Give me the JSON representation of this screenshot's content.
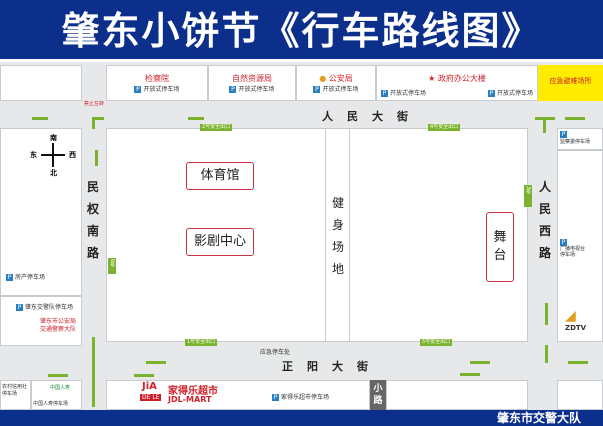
{
  "title": "肇东小饼节《行车路线图》",
  "footer": "肇东市交警大队",
  "top_buildings": [
    {
      "name": "检察院",
      "parking": "开放式停车场"
    },
    {
      "name": "自然资源局",
      "parking": "开放式停车场"
    },
    {
      "name": "公安局",
      "parking": "开放式停车场"
    },
    {
      "name": "政府办公大楼",
      "parking": "开放式停车场",
      "parking2": "开放式停车场"
    },
    {
      "name": "应急避难场所"
    }
  ],
  "no_left_turn": "禁止左转",
  "roads": {
    "top": "人民大街",
    "bottom": "正阳大街",
    "left": [
      "民",
      "权",
      "南",
      "路"
    ],
    "right": [
      "人",
      "民",
      "西",
      "路"
    ],
    "alley": [
      "小",
      "路"
    ]
  },
  "compass": {
    "n": "南",
    "s": "北",
    "e": "东",
    "w": "西"
  },
  "venues": {
    "gym": "体育馆",
    "theater": "影剧中心",
    "plaza": [
      "健",
      "身",
      "场",
      "地"
    ],
    "stage": [
      "舞",
      "台"
    ]
  },
  "exits": {
    "e1": "1号安全出口",
    "e2": "2号安全出口",
    "e4": "4号安全出口",
    "e5": "5号安全出口",
    "e3": "3号",
    "e6": "6号"
  },
  "emergency_parking": "应急停车处",
  "left_side": {
    "p1": "房产停车场",
    "p2": "肇东交警队停车场",
    "police": [
      "肇东市公安局",
      "交通警察大队"
    ],
    "village": [
      "农村信用社",
      "停车场"
    ],
    "life": "中国人寿停车场",
    "life_logo": "中国人寿"
  },
  "right_side": {
    "p1": "监察委停车场",
    "p2": [
      "广播电视台",
      "停车场"
    ],
    "tv": "ZDTV"
  },
  "bottom": {
    "jia1": "JiA",
    "jia2": "DE LE",
    "mart_cn": "家得乐超市",
    "mart_en": "JDL-MART",
    "parking": "家得乐超市停车场"
  },
  "colors": {
    "header": "#0d2f8c",
    "arrow": "#7bb32e",
    "accent": "#d0202a"
  }
}
